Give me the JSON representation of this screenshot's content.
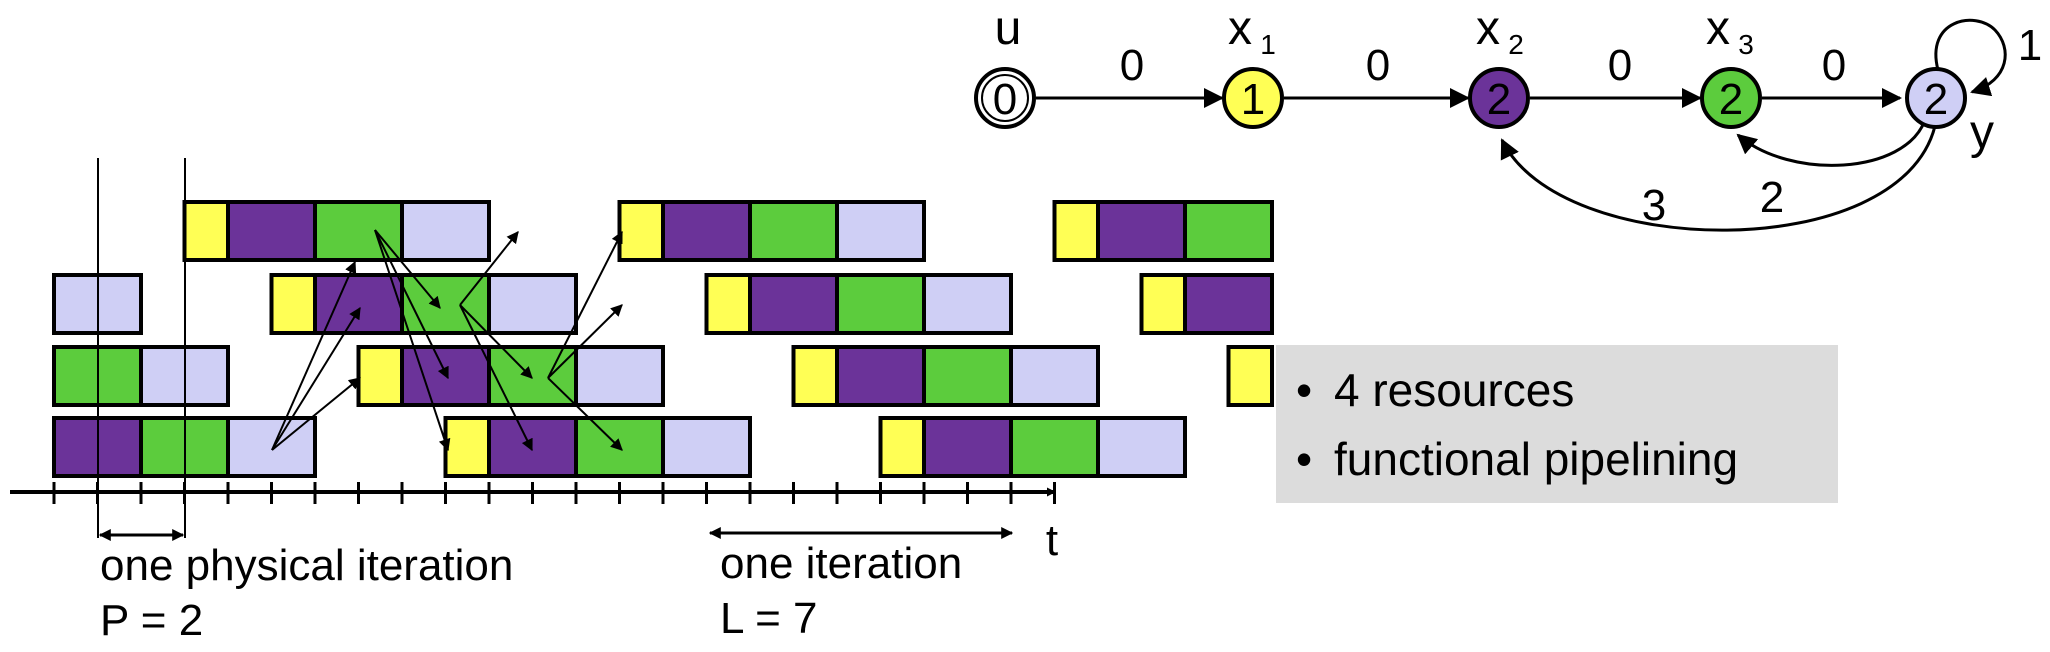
{
  "colors": {
    "yellow": "#ffff55",
    "purple": "#6b3399",
    "green": "#5ccc3d",
    "lavender": "#cfcff5",
    "white": "#ffffff",
    "infoBox": "#dcdcdc"
  },
  "graph": {
    "nodes": [
      {
        "id": "u",
        "name": "u",
        "sub": "",
        "weight": "0",
        "color": "white"
      },
      {
        "id": "x1",
        "name": "x",
        "sub": "1",
        "weight": "1",
        "color": "yellow"
      },
      {
        "id": "x2",
        "name": "x",
        "sub": "2",
        "weight": "2",
        "color": "purple"
      },
      {
        "id": "x3",
        "name": "x",
        "sub": "3",
        "weight": "2",
        "color": "green"
      },
      {
        "id": "y",
        "name": "y",
        "sub": "",
        "weight": "2",
        "color": "lavender"
      }
    ],
    "edges": [
      {
        "from": "u",
        "to": "x1",
        "label": "0"
      },
      {
        "from": "x1",
        "to": "x2",
        "label": "0"
      },
      {
        "from": "x2",
        "to": "x3",
        "label": "0"
      },
      {
        "from": "x3",
        "to": "y",
        "label": "0"
      },
      {
        "from": "y",
        "to": "y",
        "label": "1"
      },
      {
        "from": "y",
        "to": "x3",
        "label": "2"
      },
      {
        "from": "y",
        "to": "x2",
        "label": "3"
      }
    ]
  },
  "info": {
    "bullet": "•",
    "items": [
      "4 resources",
      "functional pipelining"
    ]
  },
  "schedule": {
    "rows": [
      [
        "",
        "yellow",
        "purple",
        "green",
        "lavender",
        "",
        "yellow",
        "purple",
        "green",
        "lavender",
        "",
        "yellow",
        "purple",
        "green"
      ],
      [
        "lavender",
        "",
        "yellow",
        "purple",
        "green",
        "lavender",
        "",
        "yellow",
        "purple",
        "green",
        "lavender",
        "",
        "yellow",
        "purple"
      ],
      [
        "green",
        "lavender",
        "",
        "yellow",
        "purple",
        "green",
        "lavender",
        "",
        "yellow",
        "purple",
        "green",
        "lavender",
        "",
        "yellow"
      ],
      [
        "purple",
        "green",
        "lavender",
        "",
        "yellow",
        "purple",
        "green",
        "lavender",
        "",
        "yellow",
        "purple",
        "green",
        "lavender",
        ""
      ]
    ],
    "time_label": "t",
    "physical_iteration_label": "one physical iteration",
    "p_label": "P = 2",
    "iteration_label": "one iteration",
    "l_label": "L = 7"
  }
}
